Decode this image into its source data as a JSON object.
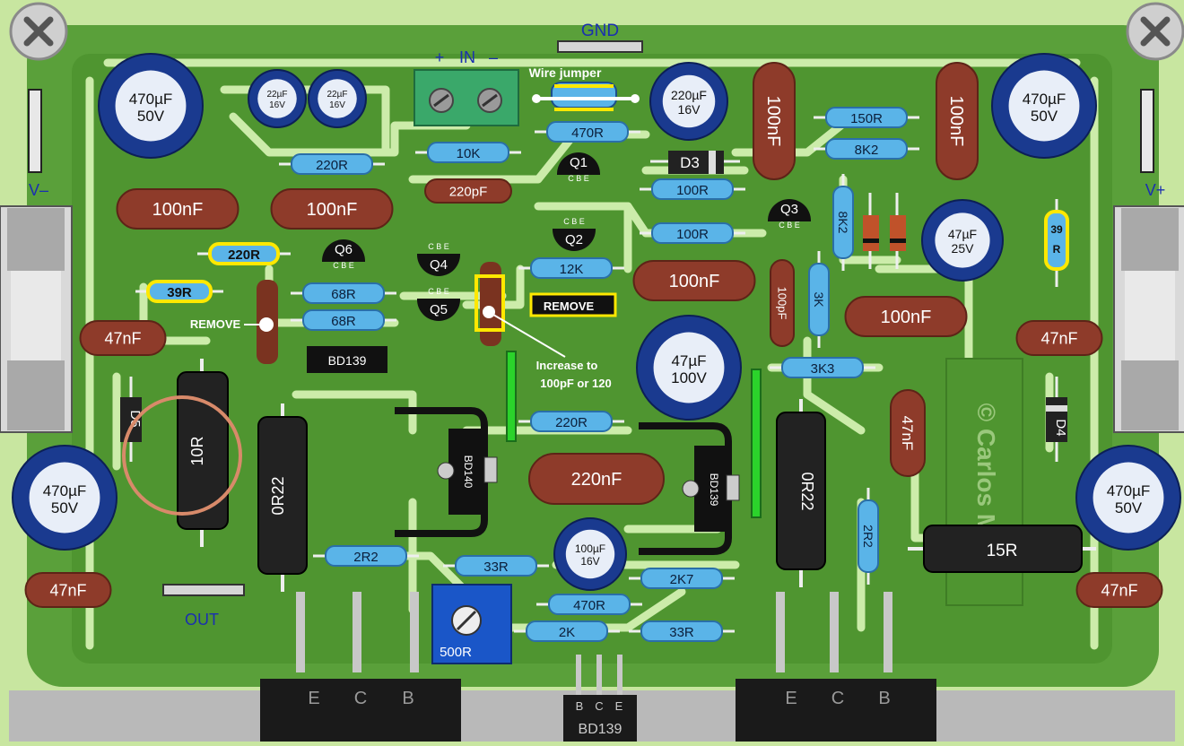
{
  "colors": {
    "board": "#c8e6a0",
    "copper": "#5aa03a",
    "trace": "#ccecaa",
    "cap_red": "#8e3b2a",
    "elec_blue": "#1a3a8f",
    "resistor": "#5ab4e8",
    "transistor": "#111111",
    "heatsink": "#b9b9b9"
  },
  "labels": {
    "gnd": "GND",
    "in": "IN",
    "plus": "+",
    "minus": "–",
    "out": "OUT",
    "v_minus": "V–",
    "v_plus": "V+",
    "wire_jumper": "Wire jumper",
    "remove_left": "REMOVE",
    "remove_right": "REMOVE",
    "increase_note_1": "Increase to",
    "increase_note_2": "100pF or 120",
    "copyright": "© Carlos Meri",
    "pin_labels_left": [
      "E",
      "C",
      "B"
    ],
    "pin_labels_right": [
      "E",
      "C",
      "B"
    ],
    "driver_pins": [
      "B",
      "C",
      "E"
    ],
    "driver_part": "BD139",
    "cbe": "C B E"
  },
  "electrolytics": [
    {
      "id": "c470-tl",
      "value": "470µF",
      "volt": "50V"
    },
    {
      "id": "c22a",
      "value": "22µF",
      "volt": "16V"
    },
    {
      "id": "c22b",
      "value": "22µF",
      "volt": "16V"
    },
    {
      "id": "c220",
      "value": "220µF",
      "volt": "16V"
    },
    {
      "id": "c470-tr",
      "value": "470µF",
      "volt": "50V"
    },
    {
      "id": "c47-25",
      "value": "47µF",
      "volt": "25V"
    },
    {
      "id": "c47-100",
      "value": "47µF",
      "volt": "100V"
    },
    {
      "id": "c470-bl",
      "value": "470µF",
      "volt": "50V"
    },
    {
      "id": "c470-br",
      "value": "470µF",
      "volt": "50V"
    },
    {
      "id": "c100-16",
      "value": "100µF",
      "volt": "16V"
    }
  ],
  "film_caps": {
    "c100n_a": "100nF",
    "c100n_b": "100nF",
    "c100n_c": "100nF",
    "c100n_d": "100nF",
    "c100n_e": "100nF",
    "c100n_f": "100nF",
    "c220p": "220pF",
    "c100p": "100pF",
    "c220n": "220nF",
    "c47n_a": "47nF",
    "c47n_b": "47nF",
    "c47n_c": "47nF",
    "c47n_d": "47nF",
    "c47n_e": "47nF"
  },
  "resistors": {
    "r220_top": "220R",
    "r10k": "10K",
    "r470_top": "470R",
    "r150": "150R",
    "r8k2_h": "8K2",
    "r100_a": "100R",
    "r100_b": "100R",
    "r8k2_v": "8K2",
    "r220_yellow": "220R",
    "r39_yellow": "39R",
    "r68_a": "68R",
    "r68_b": "68R",
    "r12k": "12K",
    "r3k": "3K",
    "r3k3": "3K3",
    "r39_v_a": "39",
    "r39_v_b": "R",
    "r220_mid": "220R",
    "r2r2_a": "2R2",
    "r33_a": "33R",
    "r2k7": "2K7",
    "r470_bot": "470R",
    "r2k": "2K",
    "r33_b": "33R",
    "r2r2_v": "2R2"
  },
  "power_resistors": {
    "r10r": "10R",
    "r0r22_a": "0R22",
    "r0r22_b": "0R22",
    "r15r": "15R"
  },
  "transistors": {
    "q1": "Q1",
    "q2": "Q2",
    "q3": "Q3",
    "q4": "Q4",
    "q5": "Q5",
    "q6": "Q6"
  },
  "diodes": {
    "d3": "D3",
    "d4": "D4",
    "d5": "D5"
  },
  "drivers": {
    "bd139_label": "BD139",
    "bd140": "BD140",
    "bd139_b": "BD139"
  },
  "trimmer": "500R"
}
